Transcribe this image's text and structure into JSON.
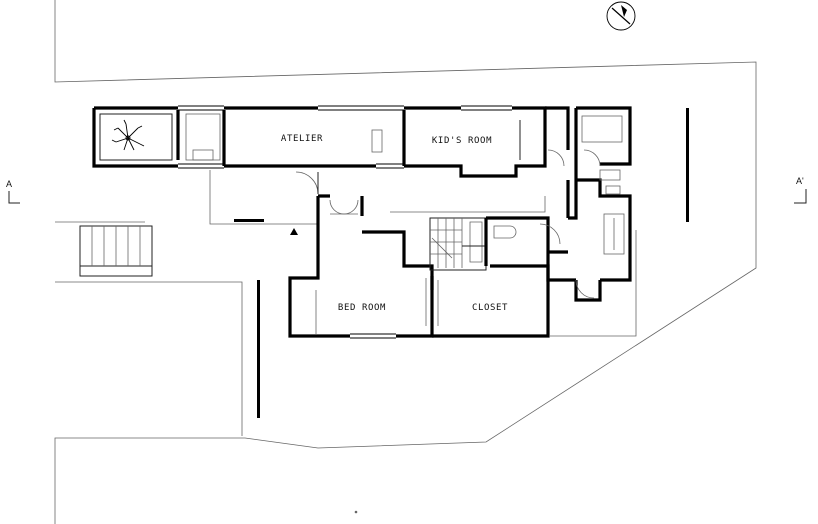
{
  "rooms": {
    "atelier": "ATELIER",
    "kids_room": "KID'S ROOM",
    "bed_room": "BED ROOM",
    "closet": "CLOSET"
  },
  "section_markers": {
    "left": "A",
    "right": "A'"
  },
  "icons": {
    "north": "north-arrow-icon",
    "tree": "tree-icon",
    "entrance": "entrance-triangle-icon"
  }
}
